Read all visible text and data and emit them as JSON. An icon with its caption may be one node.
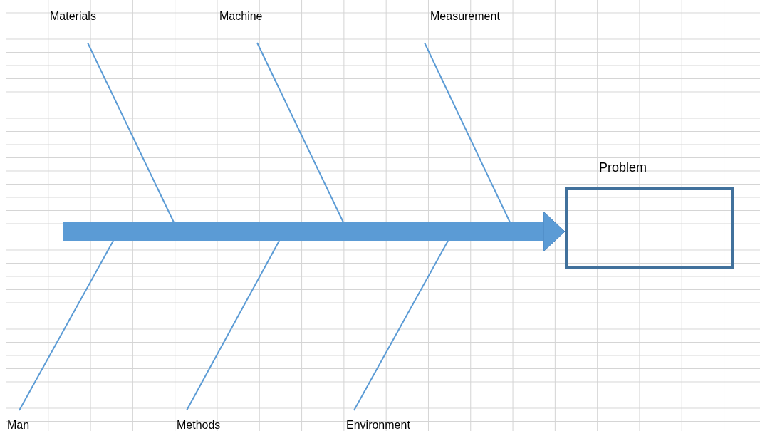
{
  "diagram": {
    "nodes": [
      {
        "text": [
          "Materials"
        ]
      },
      {
        "text": [
          "Machine"
        ]
      },
      {
        "text": [
          "Measurement"
        ]
      },
      {
        "text": [
          "Problem"
        ]
      },
      {
        "text": [
          "Man"
        ]
      },
      {
        "text": [
          "Methods"
        ]
      },
      {
        "text": [
          "Environment"
        ]
      }
    ],
    "edges": [
      {
        "from": 0,
        "to": null,
        "arrow": "none"
      },
      {
        "from": 1,
        "to": null,
        "arrow": "none"
      },
      {
        "from": 2,
        "to": null,
        "arrow": "none"
      },
      {
        "from": 4,
        "to": null,
        "arrow": "none"
      },
      {
        "from": 5,
        "to": null,
        "arrow": "none"
      },
      {
        "from": 6,
        "to": null,
        "arrow": "none"
      },
      {
        "from": null,
        "to": 3,
        "arrow": "to",
        "style": "thick"
      }
    ]
  }
}
